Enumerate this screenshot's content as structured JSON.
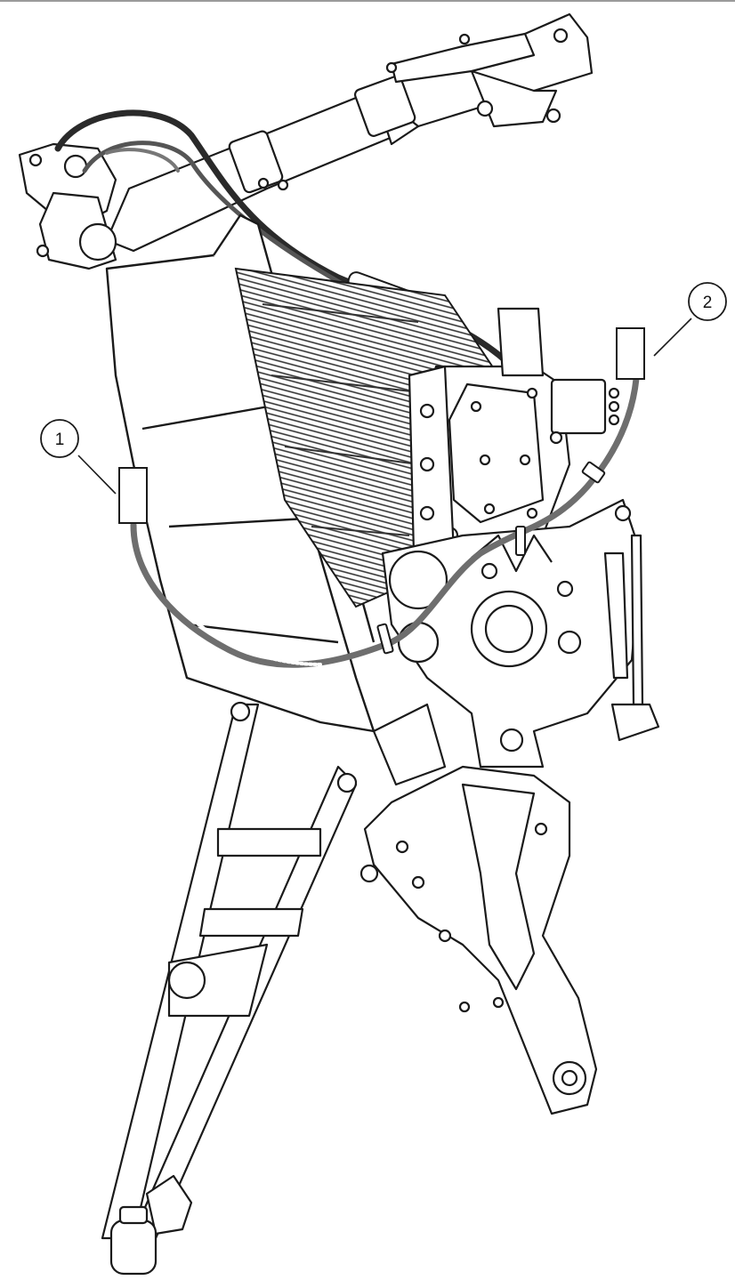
{
  "diagram": {
    "callouts": [
      {
        "id": "callout-1",
        "label": "1"
      },
      {
        "id": "callout-2",
        "label": "2"
      }
    ],
    "colors": {
      "line": "#1a1a1a",
      "cable_dark": "#2a2a2a",
      "cable_grey": "#6e6e6e",
      "fill": "#ffffff",
      "hatch": "#d0d0d0"
    }
  }
}
